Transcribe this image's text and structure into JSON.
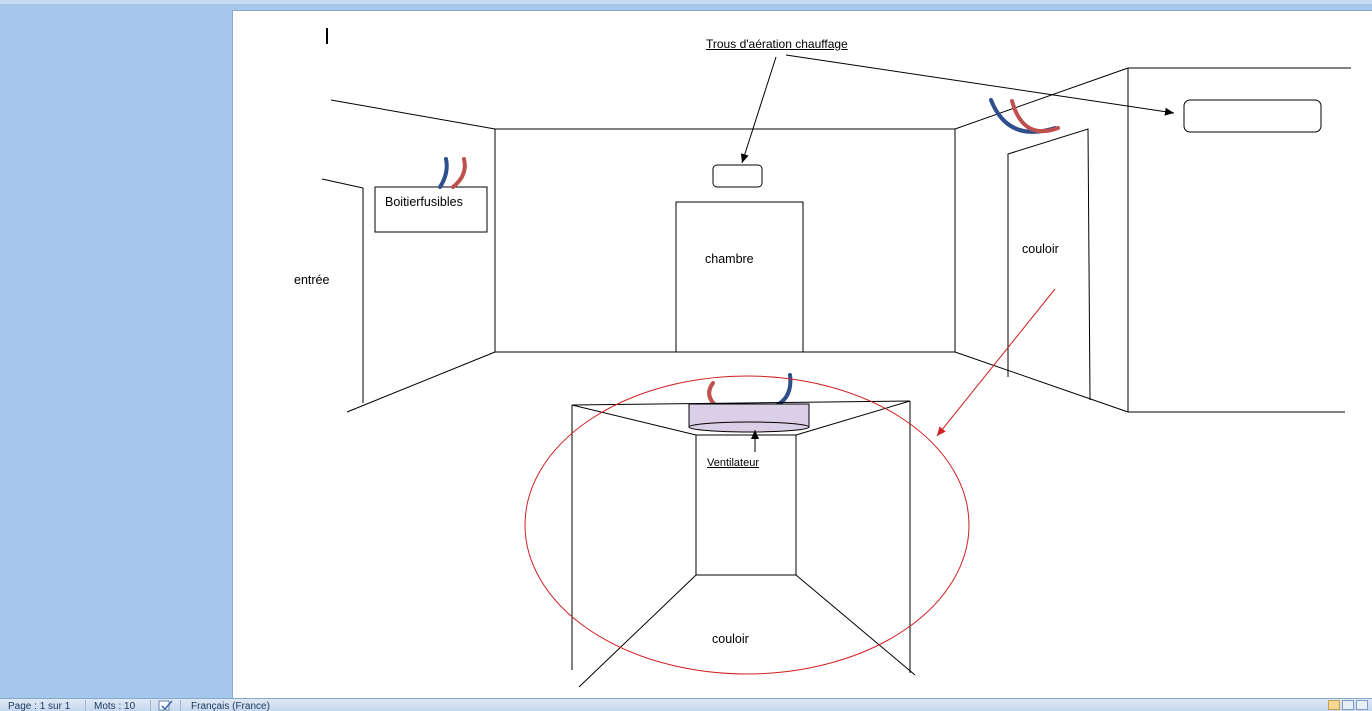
{
  "document": {
    "labels": {
      "heating_vents": "Trous d'aération chauffage",
      "fuse_box": "Boitierfusibles",
      "entrance": "entrée",
      "bedroom": "chambre",
      "hallway_right": "couloir",
      "fan": "Ventilateur",
      "hallway_bottom": "couloir"
    }
  },
  "status_bar": {
    "page": "Page : 1 sur 1",
    "words": "Mots : 10",
    "proofing_icon": "spell-check-icon",
    "language": "Français (France)"
  },
  "colors": {
    "workspace": "#a6c7ec",
    "pipe_blue": "#2f4f8c",
    "pipe_red": "#c0504d",
    "highlight_ellipse": "#d02020",
    "fan_fill": "#d9cfe6"
  }
}
